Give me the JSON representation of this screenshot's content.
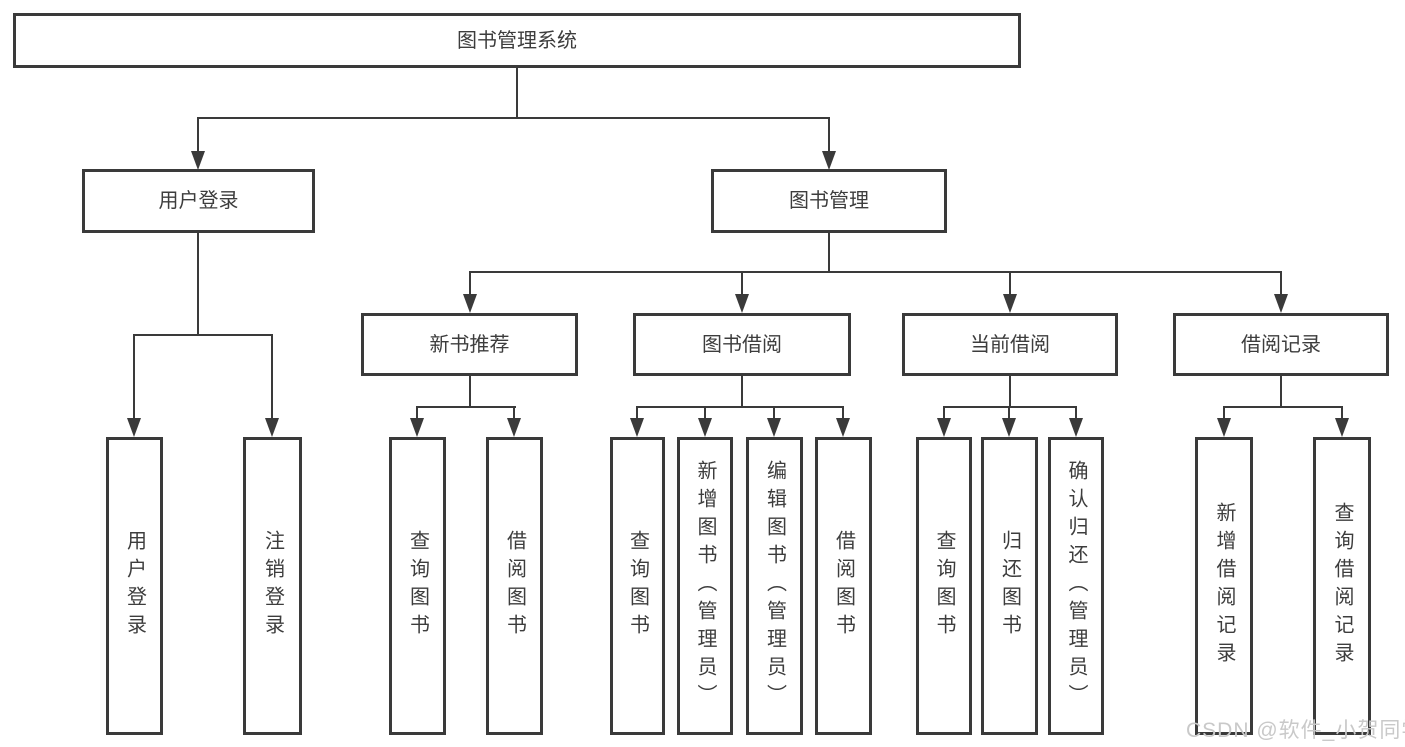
{
  "tree": {
    "root": {
      "label": "图书管理系统",
      "children": [
        {
          "label": "用户登录",
          "children": [
            {
              "label": "用户登录"
            },
            {
              "label": "注销登录"
            }
          ]
        },
        {
          "label": "图书管理",
          "children": [
            {
              "label": "新书推荐",
              "children": [
                {
                  "label": "查询图书"
                },
                {
                  "label": "借阅图书"
                }
              ]
            },
            {
              "label": "图书借阅",
              "children": [
                {
                  "label": "查询图书"
                },
                {
                  "label": "新增图书（管理员）"
                },
                {
                  "label": "编辑图书（管理员）"
                },
                {
                  "label": "借阅图书"
                }
              ]
            },
            {
              "label": "当前借阅",
              "children": [
                {
                  "label": "查询图书"
                },
                {
                  "label": "归还图书"
                },
                {
                  "label": "确认归还（管理员）"
                }
              ]
            },
            {
              "label": "借阅记录",
              "children": [
                {
                  "label": "新增借阅记录"
                },
                {
                  "label": "查询借阅记录"
                }
              ]
            }
          ]
        }
      ]
    }
  },
  "watermark": {
    "text": "CSDN @软件_小贺同学"
  },
  "colors": {
    "line": "#3a3a3a",
    "text": "#3d3d3d",
    "watermark": "#c9c9c9",
    "background": "#ffffff"
  }
}
